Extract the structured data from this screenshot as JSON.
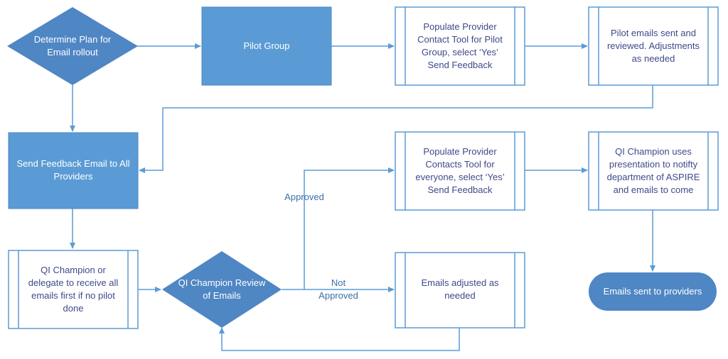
{
  "nodes": {
    "determine_plan": [
      "Determine Plan for",
      "Email rollout"
    ],
    "pilot_group": [
      "Pilot Group"
    ],
    "populate_pilot": [
      "Populate Provider",
      "Contact Tool for Pilot",
      "Group, select ‘Yes’",
      "Send Feedback"
    ],
    "pilot_emails_sent": [
      "Pilot emails sent and",
      "reviewed. Adjustments",
      "as needed"
    ],
    "send_feedback_all": [
      "Send Feedback Email to All",
      "Providers"
    ],
    "populate_everyone": [
      "Populate Provider",
      "Contacts Tool for",
      "everyone, select ‘Yes’",
      "Send Feedback"
    ],
    "qi_presentation": [
      "QI Champion uses",
      "presentation to notifty",
      "department of ASPIRE",
      "and emails to come"
    ],
    "qi_delegate": [
      "QI Champion or",
      "delegate to receive all",
      "emails first if no pilot",
      "done"
    ],
    "qi_review": [
      "QI Champion Review",
      "of Emails"
    ],
    "emails_adjusted": [
      "Emails adjusted as",
      "needed"
    ],
    "emails_sent": [
      "Emails sent to providers"
    ]
  },
  "edge_labels": {
    "approved": [
      "Approved"
    ],
    "not_approved": [
      "Not",
      "Approved"
    ]
  },
  "colors": {
    "dark_fill": "#4f86c4",
    "box_fill": "#5b9bd5",
    "outline": "#5b9bd5",
    "light_text": "#3f4a8a"
  }
}
